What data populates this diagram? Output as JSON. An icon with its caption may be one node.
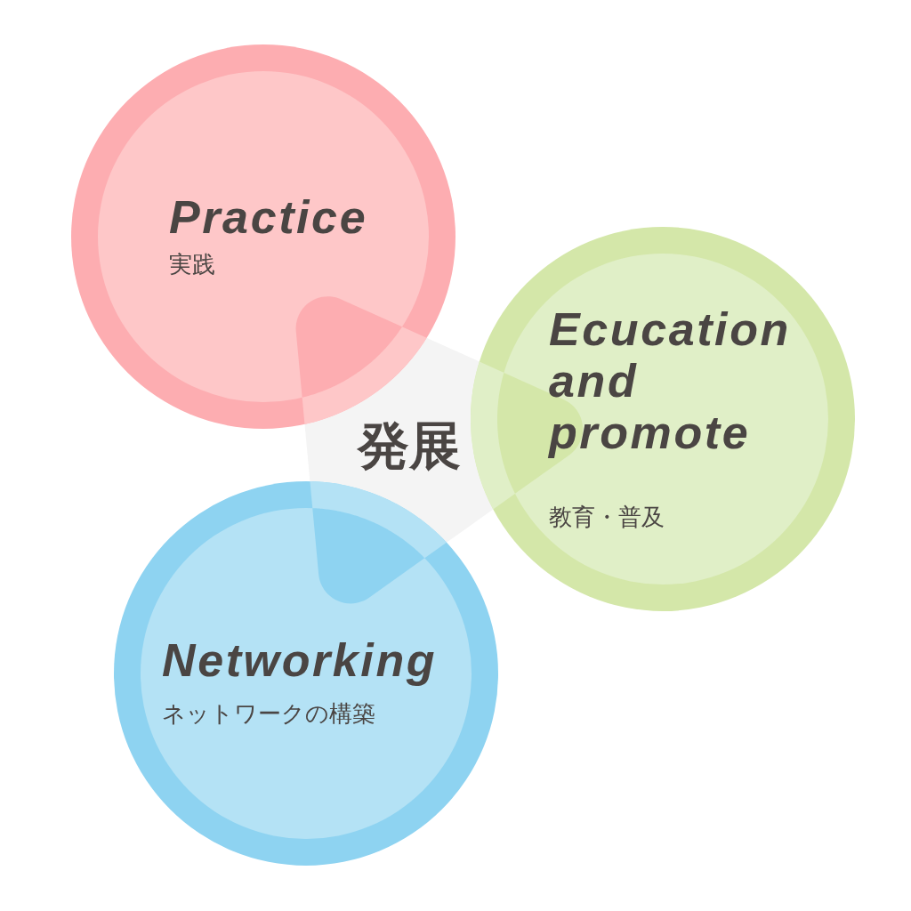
{
  "diagram": {
    "nodes": [
      {
        "text": [
          "Practice",
          "実践"
        ]
      },
      {
        "text": [
          "Ecucation and promote",
          "教育・普及"
        ]
      },
      {
        "text": [
          "発展"
        ]
      },
      {
        "text": [
          "Networking",
          "ネットワークの構築"
        ]
      }
    ]
  }
}
